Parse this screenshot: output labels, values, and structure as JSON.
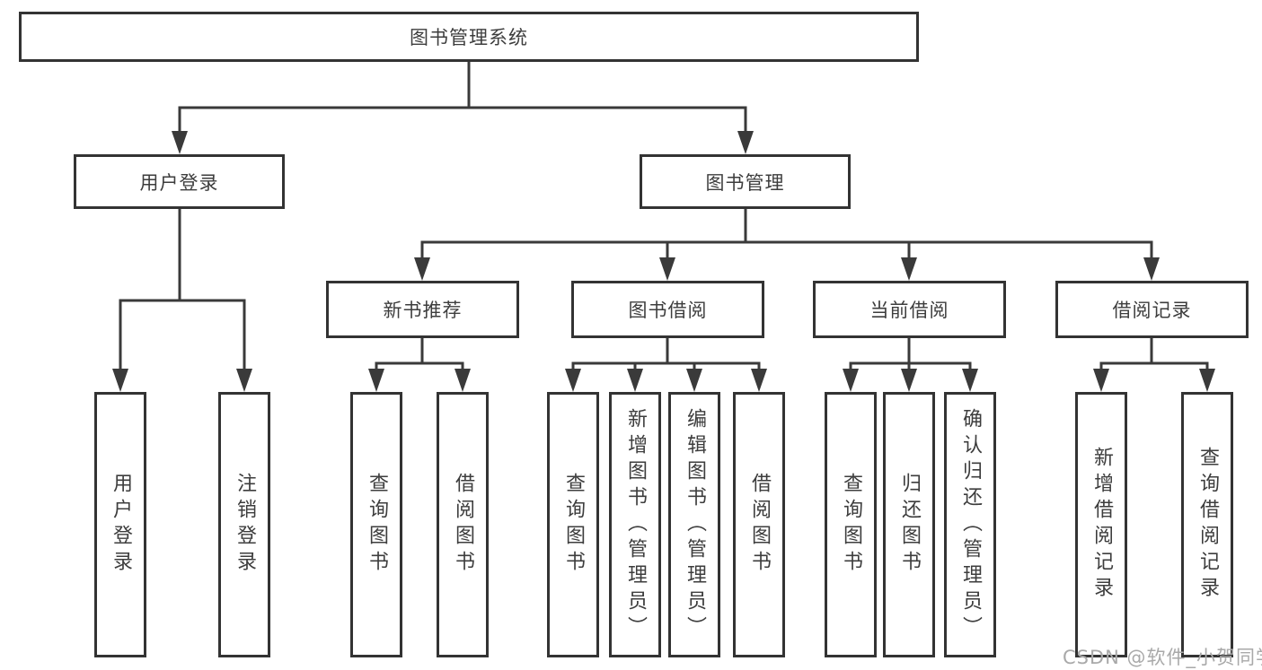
{
  "tree": {
    "root": {
      "label": "图书管理系统",
      "children": [
        {
          "label": "用户登录",
          "children": [
            {
              "label": "用户登录"
            },
            {
              "label": "注销登录"
            }
          ]
        },
        {
          "label": "图书管理",
          "children": [
            {
              "label": "新书推荐",
              "children": [
                {
                  "label": "查询图书"
                },
                {
                  "label": "借阅图书"
                }
              ]
            },
            {
              "label": "图书借阅",
              "children": [
                {
                  "label": "查询图书"
                },
                {
                  "label": "新增图书（管理员）"
                },
                {
                  "label": "编辑图书（管理员）"
                },
                {
                  "label": "借阅图书"
                }
              ]
            },
            {
              "label": "当前借阅",
              "children": [
                {
                  "label": "查询图书"
                },
                {
                  "label": "归还图书"
                },
                {
                  "label": "确认归还（管理员）"
                }
              ]
            },
            {
              "label": "借阅记录",
              "children": [
                {
                  "label": "新增借阅记录"
                },
                {
                  "label": "查询借阅记录"
                }
              ]
            }
          ]
        }
      ]
    }
  },
  "colors": {
    "line": "#3a3a3a",
    "box_border": "#333333",
    "box_background": "#ffffff",
    "text": "#3d3d3d",
    "watermark": "#a9a9a9"
  },
  "watermark": "CSDN @软件_小贺同学"
}
